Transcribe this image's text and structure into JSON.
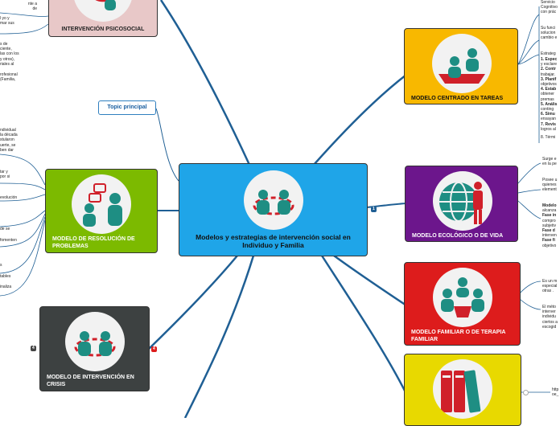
{
  "colors": {
    "center": "#1fa5e8",
    "centrado": "#f8b800",
    "ecologico": "#6c168c",
    "familiar": "#dd1c1c",
    "resolucion": "#7cba00",
    "crisis": "#3d4141",
    "psicosocial": "#e8c8c8",
    "yellow_node": "#e8d900",
    "line": "#1f5f94"
  },
  "center": {
    "title": "Modelos y estrategias de intervención social en      Individuo y Familia"
  },
  "topic": {
    "label": "Topic principal"
  },
  "nodes": {
    "psicosocial": {
      "title": "INTERVENCIÓN PSICOSOCIAL"
    },
    "centrado": {
      "title": "MODELO CENTRADO EN TAREAS"
    },
    "ecologico": {
      "title": "MODELO ECOLÓGICO O DE VIDA"
    },
    "familiar": {
      "title": "MODELO FAMILIAR O DE TERAPIA FAMILIAR"
    },
    "resolucion": {
      "title": "MODELO DE RESOLUCIÓN DE PROBLEMAS"
    },
    "crisis": {
      "title": "MODELO DE INTERVENCIÓN EN CRISIS"
    }
  },
  "badges": {
    "ecologico": "1",
    "crisis_left": "4",
    "crisis_right": "4"
  },
  "notes": {
    "psicosocial_1": "nte a\nde",
    "psicosocial_2": "l yo y\nmar sus",
    "psicosocial_3": "s de\nciente,\nlas con los\n y otros),\nriales al",
    "psicosocial_4": "rofesional\n (Familia,",
    "centrado_1": "Servicio\nCognitivo\ncon prác",
    "centrado_2": "Su funci\nsolucion\ncambio e",
    "centrado_3": "Estrateg",
    "centrado_steps": [
      {
        "num": "1. Espec",
        "text": "y esclare"
      },
      {
        "num": "2. Contr",
        "text": "trabajar."
      },
      {
        "num": "3. Planif",
        "text": "objetivos"
      },
      {
        "num": "4. Estab",
        "text": "obtener\npremas"
      },
      {
        "num": "5. Anális",
        "text": "conting"
      },
      {
        "num": "6. Simu",
        "text": "ensayan"
      },
      {
        "num": "7. Revis",
        "text": "logros al"
      }
    ],
    "centrado_4": "8. Térmi",
    "ecologico_1": "Surge e\nen la pe",
    "ecologico_2": "Posee u\nquienes\nelement",
    "ecologico_3_b1": "Modelo",
    "ecologico_3_t1": "alcanza",
    "ecologico_3_b2": "Fase in",
    "ecologico_3_t2": "compro\nsubjetiv",
    "ecologico_3_b3": "Fase d",
    "ecologico_3_t3": "interven",
    "ecologico_3_b4": "Fase fi",
    "ecologico_3_t4": "objetivo",
    "familiar_1": "Es un m\nespecial\notras .",
    "familiar_2": "El méto\ninterver\nindividu\nciertos a\nescogid",
    "yellow_1": "http\noe_",
    "resolucion_1": "ndividual\nla década\nstularon\nuerte, se\nben dar",
    "resolucion_2": "tar y\n por si",
    "resolucion_3": " evolución",
    "resolucion_4": "de se",
    "resolucion_5": " fomenten",
    "resolucion_6": "s",
    "resolucion_7": "tables",
    "resolucion_8": "inaliza"
  }
}
